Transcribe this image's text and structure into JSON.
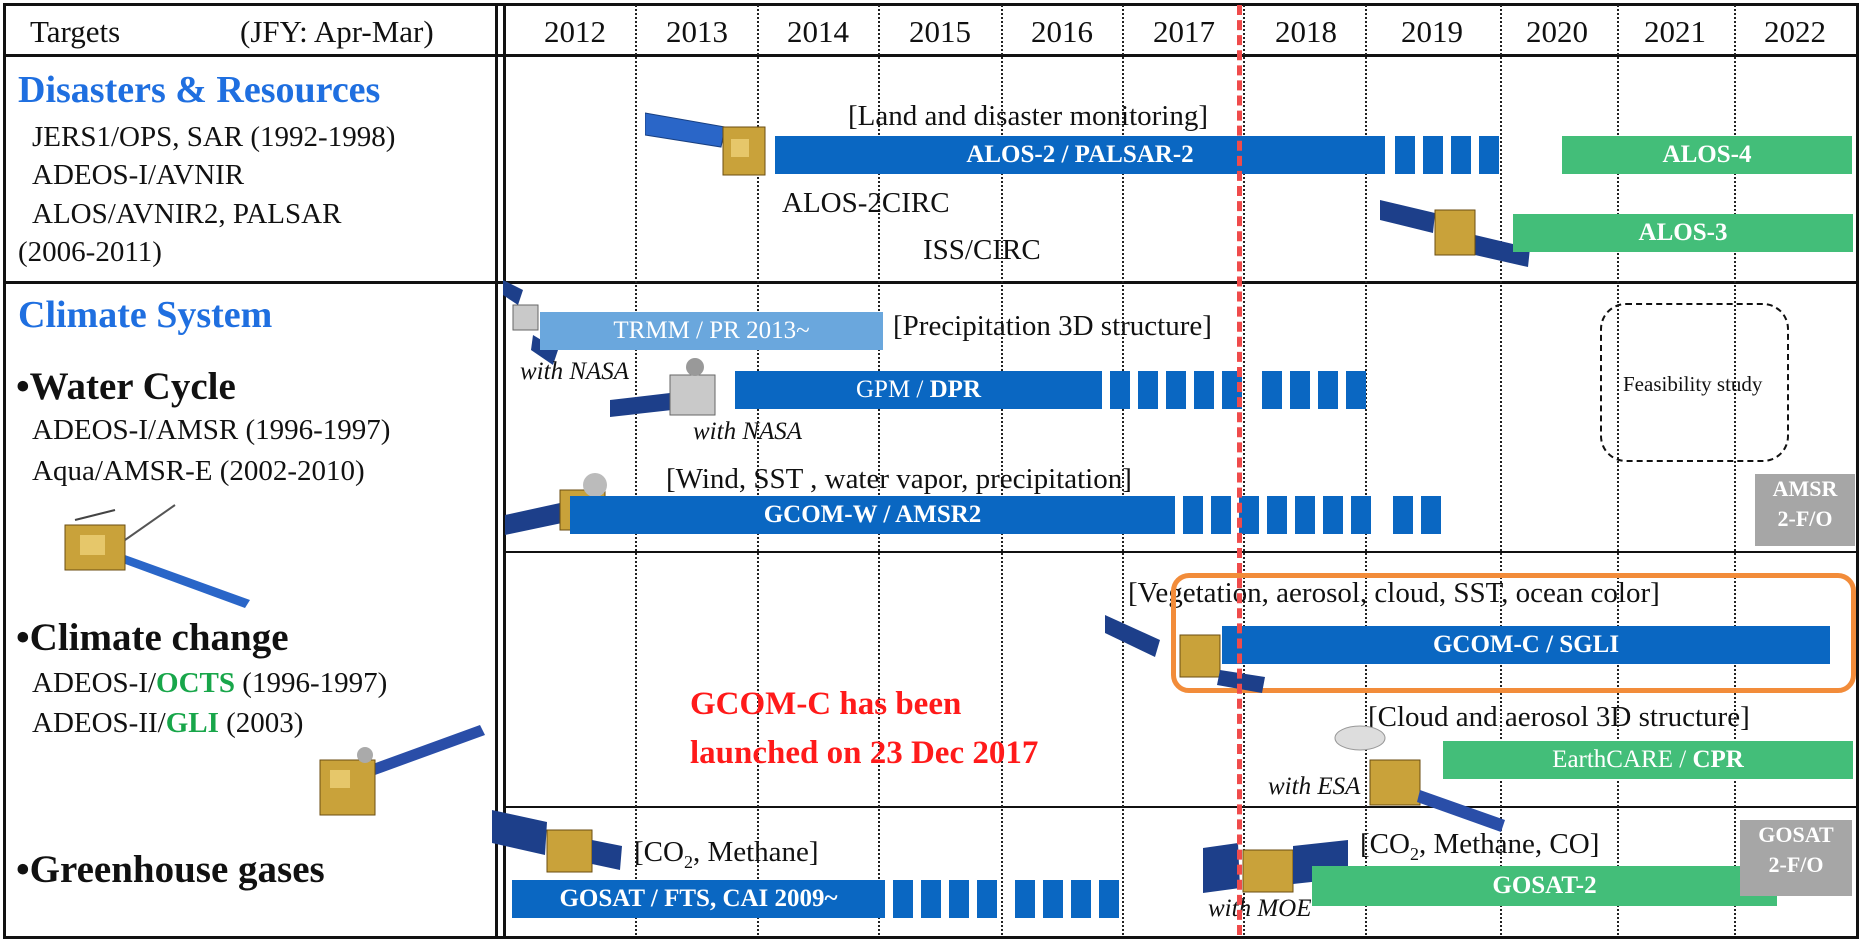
{
  "header": {
    "targets": "Targets",
    "fy": "(JFY: Apr-Mar)",
    "years": [
      "2012",
      "2013",
      "2014",
      "2015",
      "2016",
      "2017",
      "2018",
      "2019",
      "2020",
      "2021",
      "2022"
    ]
  },
  "sections": {
    "disasters": {
      "title": "Disasters & Resources",
      "items": [
        "JERS1/OPS, SAR (1992-1998)",
        "ADEOS-I/AVNIR",
        "ALOS/AVNIR2, PALSAR",
        "(2006-2011)"
      ]
    },
    "climate": {
      "title": "Climate System",
      "water_cycle": "•Water Cycle",
      "water_items": [
        "ADEOS-I/AMSR (1996-1997)",
        "Aqua/AMSR-E (2002-2010)"
      ],
      "climate_change": "•Climate change",
      "octs_pre": "ADEOS-I/",
      "octs": "OCTS",
      "octs_post": " (1996-1997)",
      "gli_pre": "ADEOS-II/",
      "gli": "GLI",
      "gli_post": " (2003)",
      "ghg": "•Greenhouse gases"
    }
  },
  "labels": {
    "land": "[Land and disaster monitoring]",
    "alos2circ": "ALOS-2CIRC",
    "isscirc": "ISS/CIRC",
    "precip3d": "[Precipitation 3D structure]",
    "with_nasa_1": "with NASA",
    "with_nasa_2": "with NASA",
    "wind": "[Wind, SST , water vapor, precipitation]",
    "veg": "[Vegetation, aerosol, cloud, SST, ocean color]",
    "cloud3d": "[Cloud and aerosol 3D structure]",
    "with_esa": "with ESA",
    "with_moe": "with MOE",
    "co2_a": "[CO",
    "co2_sub_a": "2",
    "co2_a_rest": ", Methane]",
    "co2_b": "[CO",
    "co2_sub_b": "2",
    "co2_b_rest": ", Methane, CO]",
    "feasibility": "Feasibility study",
    "launch_line1": "GCOM-C has been",
    "launch_line2": "launched on 23 Dec 2017"
  },
  "bars": {
    "alos2": "ALOS-2 / PALSAR-2",
    "alos4": "ALOS-4",
    "alos3": "ALOS-3",
    "trmm": "TRMM / PR 2013~",
    "gpm_a": "GPM / ",
    "gpm_b": "DPR",
    "gcomw": "GCOM-W / AMSR2",
    "gcomc": "GCOM-C / SGLI",
    "earthcare_a": "EarthCARE / ",
    "earthcare_b": "CPR",
    "gosat": "GOSAT / FTS, CAI 2009~",
    "gosat2": "GOSAT-2",
    "amsr_fo_1": "AMSR",
    "amsr_fo_2": "2-F/O",
    "gosat_fo_1": "GOSAT",
    "gosat_fo_2": "2-F/O"
  },
  "colors": {
    "blue_bar": "#0a67c2",
    "light_blue_bar": "#6aa7dd",
    "green_bar": "#43be79",
    "gray_box": "#a6a6a6",
    "section_title": "#1f6fe0",
    "highlight_text": "#18a64a",
    "launch_text": "#ff1a1a",
    "today_line": "#ef4b4b",
    "highlight_box": "#f28c3a"
  }
}
